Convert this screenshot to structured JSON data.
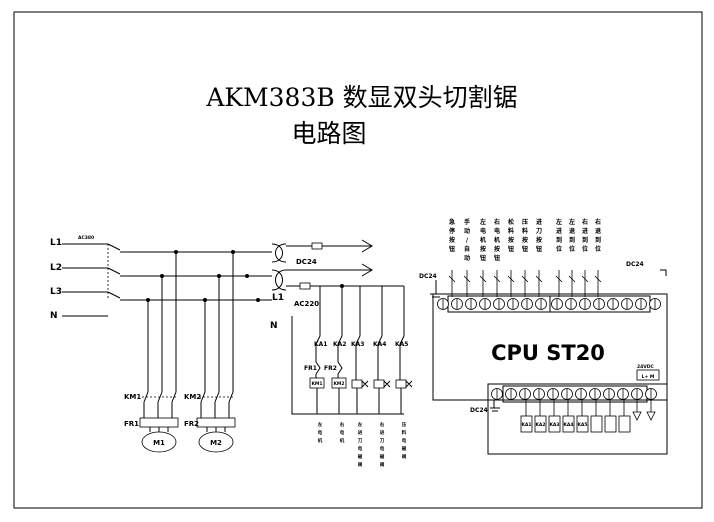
{
  "title": {
    "line1": "AKM383B 数显双头切割锯",
    "line2": "电路图"
  },
  "power": {
    "lines": [
      "L1",
      "L2",
      "L3",
      "N"
    ],
    "ac380": "AC380"
  },
  "motors": {
    "km": [
      "KM1",
      "KM2"
    ],
    "fr": [
      "FR1",
      "FR2"
    ],
    "m": [
      "M1",
      "M2"
    ]
  },
  "control": {
    "dc24": "DC24",
    "l1": "L1",
    "ac220": "AC220",
    "n": "N",
    "relays": [
      "KA1",
      "KA2",
      "KA3",
      "KA4",
      "KA5"
    ],
    "fr": [
      "FR1",
      "FR2"
    ],
    "coils": [
      "KM1",
      "KM2"
    ],
    "loads": [
      "左电机",
      "右电机",
      "左进刀电磁阀",
      "右进刀电磁阀",
      "压料电磁阀"
    ]
  },
  "plc": {
    "cpu": "CPU ST20",
    "dc24_in": "DC24",
    "dc24_out": "DC24",
    "dc24_top": "DC24",
    "v24dc": "24VDC",
    "lm": "L+ M",
    "inputs": [
      "急停按钮",
      "手动/自动",
      "左电机按钮",
      "右电机按钮",
      "松料按钮",
      "压料按钮",
      "进刀按钮",
      "左进到位",
      "左退到位",
      "右进到位",
      "右退到位"
    ],
    "outputs": [
      "KA1",
      "KA2",
      "KA3",
      "KA4",
      "KA5"
    ]
  }
}
